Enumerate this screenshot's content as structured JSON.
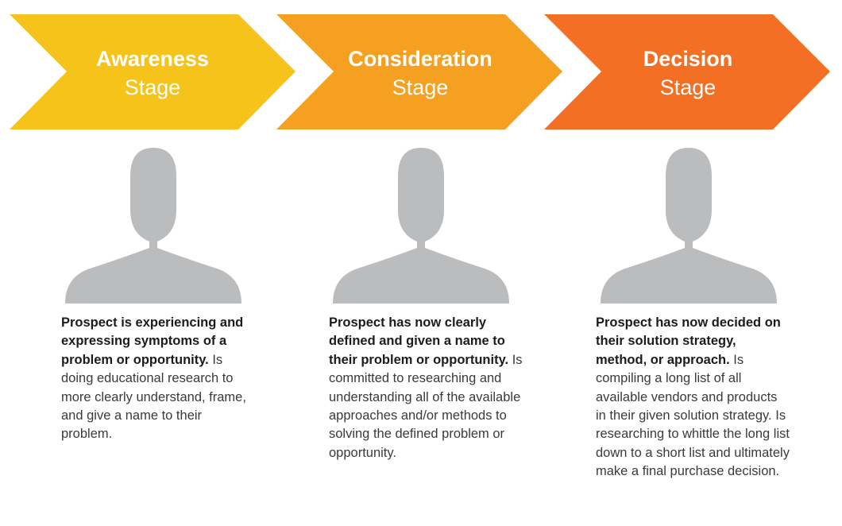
{
  "colors": {
    "awareness": "#F6C31B",
    "consideration": "#F5A021",
    "decision": "#F26F24",
    "person": "#BBBCBE"
  },
  "stages": [
    {
      "name": "Awareness",
      "word": "Stage",
      "description_bold": "Prospect is experiencing and expressing symptoms of a problem or opportunity.",
      "description_rest": " Is doing educational research to more clearly understand, frame, and give a name to their problem."
    },
    {
      "name": "Consideration",
      "word": "Stage",
      "description_bold": "Prospect has now clearly defined and given a name to their problem or opportunity.",
      "description_rest": " Is committed to researching and understanding all of the available approaches and/or methods to solving the defined problem or opportunity."
    },
    {
      "name": "Decision",
      "word": "Stage",
      "description_bold": "Prospect has now decided on their solution strategy, method, or approach.",
      "description_rest": " Is compiling a long list of all available vendors and products in their given solution strategy. Is researching to whittle the long list down to a short list and ultimately make a final purchase decision."
    }
  ],
  "icons": [
    "person-silhouette-icon",
    "person-silhouette-icon",
    "person-silhouette-icon"
  ]
}
